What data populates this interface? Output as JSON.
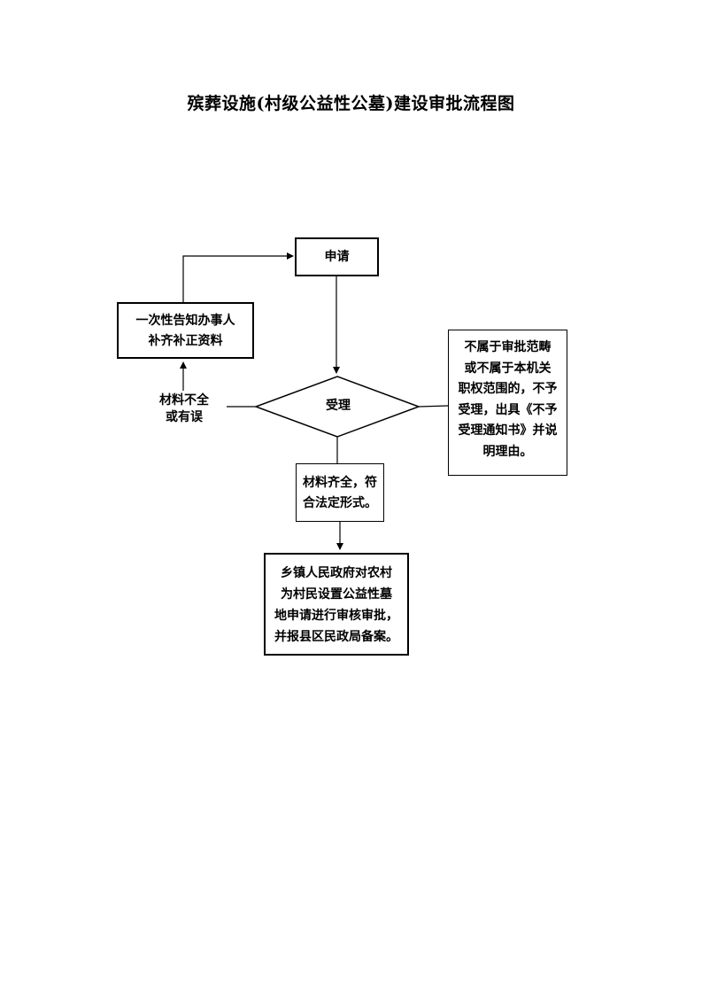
{
  "title": "殡葬设施(村级公益性公墓)建设审批流程图",
  "nodes": {
    "apply": {
      "lines": [
        "申请"
      ]
    },
    "supplement": {
      "lines": [
        "一次性告知办事人",
        "补齐补正资料"
      ]
    },
    "review": {
      "lines": [
        "受理"
      ]
    },
    "incomplete_label": {
      "lines": [
        "材料不全",
        "或有误"
      ]
    },
    "reject": {
      "lines": [
        "不属于审批范畴",
        "或不属于本机关",
        "职权范围的，不予",
        "受理，出具《不予",
        "受理通知书》并说",
        "明理由。"
      ]
    },
    "accepted": {
      "lines": [
        "材料齐全，符",
        "合法定形式。"
      ]
    },
    "approval": {
      "lines": [
        "乡镇人民政府对农村",
        "为村民设置公益性墓",
        "地申请进行审核审批，",
        "并报县区民政局备案。"
      ]
    }
  }
}
